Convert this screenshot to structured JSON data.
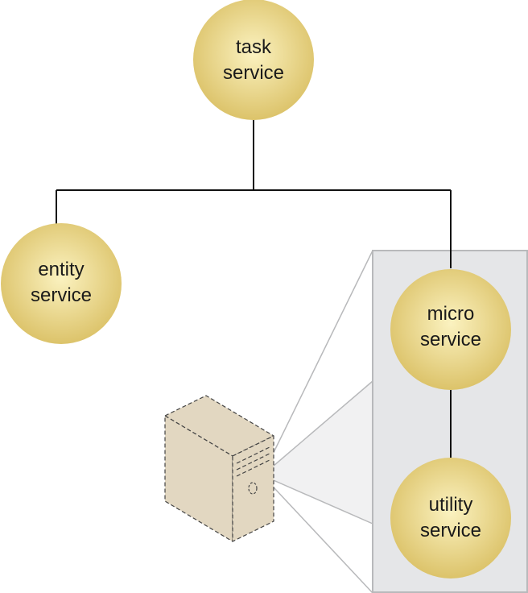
{
  "colors": {
    "node_fill_center": "#fbf2c0",
    "node_fill_edge": "#dcc36a",
    "line": "#111111",
    "panel_fill": "#e5e6e8",
    "panel_stroke": "#b8b9bb",
    "cone_fill": "#f1f1f2",
    "server_fill": "#e2d7c1",
    "server_dash": "#444444"
  },
  "nodes": {
    "task": {
      "line1": "task",
      "line2": "service"
    },
    "entity": {
      "line1": "entity",
      "line2": "service"
    },
    "micro": {
      "line1": "micro",
      "line2": "service"
    },
    "utility": {
      "line1": "utility",
      "line2": "service"
    }
  }
}
